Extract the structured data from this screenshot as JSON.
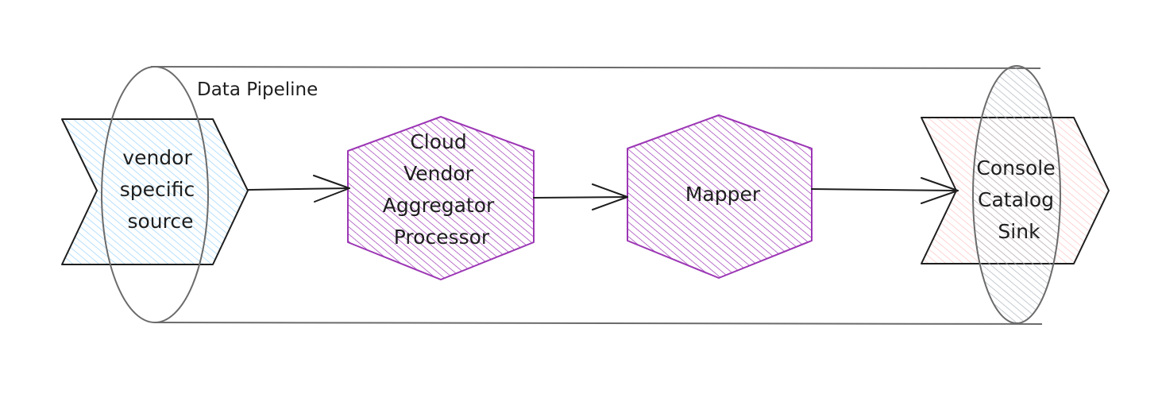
{
  "diagram": {
    "title": "Data Pipeline",
    "nodes": [
      {
        "id": "source",
        "lines": [
          "vendor",
          "specific",
          "source"
        ],
        "fill": "#a5d8ff",
        "stroke": "#1e1e1e"
      },
      {
        "id": "processor",
        "lines": [
          "Cloud",
          "Vendor",
          "Aggregator",
          "Processor"
        ],
        "fill": "#9c36b5",
        "stroke": "#9c36b5"
      },
      {
        "id": "mapper",
        "lines": [
          "Mapper"
        ],
        "fill": "#9c36b5",
        "stroke": "#9c36b5"
      },
      {
        "id": "sink",
        "lines": [
          "Console",
          "Catalog",
          "Sink"
        ],
        "fill": "#ffc9c9",
        "stroke": "#1e1e1e"
      }
    ],
    "edges": [
      {
        "from": "source",
        "to": "processor"
      },
      {
        "from": "processor",
        "to": "mapper"
      },
      {
        "from": "mapper",
        "to": "sink"
      }
    ],
    "colors": {
      "pipe_stroke": "#6b6b6b",
      "pipe_end_fill": "#adb5bd",
      "edge_stroke": "#1e1e1e"
    }
  }
}
